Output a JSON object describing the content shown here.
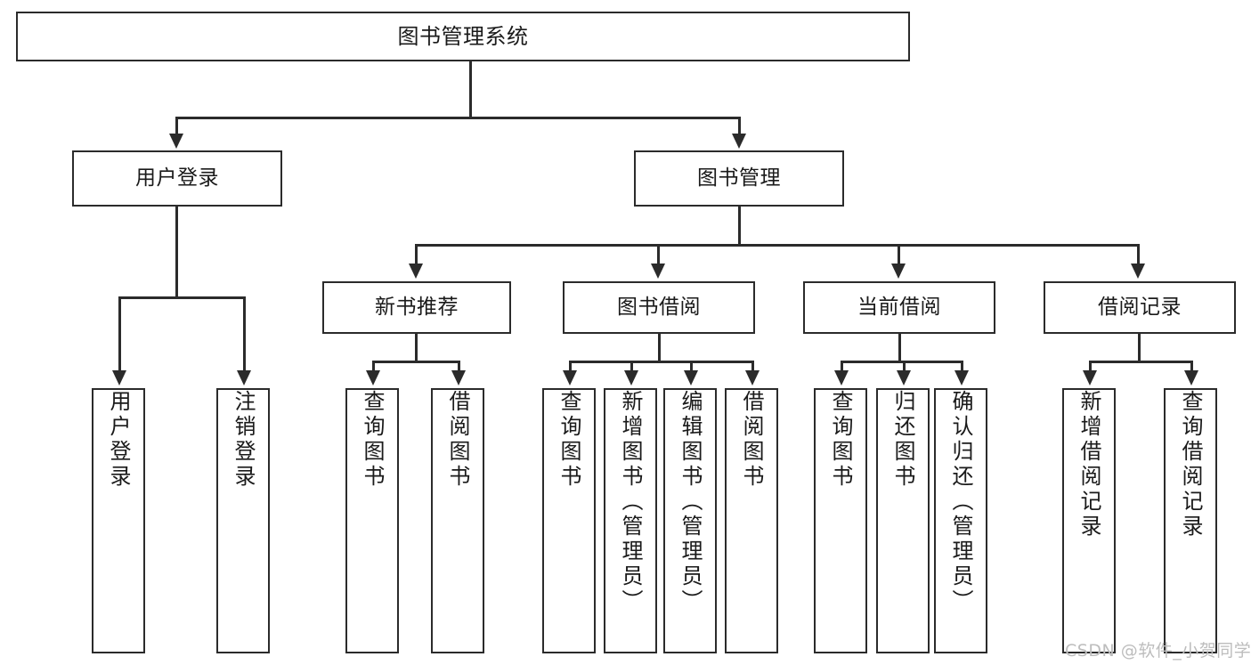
{
  "diagram": {
    "type": "tree-hierarchy",
    "title": "图书管理系统",
    "watermark": "CSDN @软件_小贺同学",
    "colors": {
      "stroke": "#2b2b2b",
      "fill": "#ffffff",
      "text": "#1a1a1a",
      "watermark": "#bdbdbd"
    },
    "levels": 4,
    "nodes": {
      "root": {
        "label": "图书管理系统"
      },
      "l2": [
        {
          "label": "用户登录"
        },
        {
          "label": "图书管理"
        }
      ],
      "l3": [
        {
          "label": "新书推荐"
        },
        {
          "label": "图书借阅"
        },
        {
          "label": "当前借阅"
        },
        {
          "label": "借阅记录"
        }
      ],
      "leaves": {
        "user_login": [
          {
            "label": "用户登录"
          },
          {
            "label": "注销登录"
          }
        ],
        "new_book": [
          {
            "label": "查询图书"
          },
          {
            "label": "借阅图书"
          }
        ],
        "borrow": [
          {
            "label": "查询图书"
          },
          {
            "label": "新增图书（管理员）"
          },
          {
            "label": "编辑图书（管理员）"
          },
          {
            "label": "借阅图书"
          }
        ],
        "current": [
          {
            "label": "查询图书"
          },
          {
            "label": "归还图书"
          },
          {
            "label": "确认归还（管理员）"
          }
        ],
        "records": [
          {
            "label": "新增借阅记录"
          },
          {
            "label": "查询借阅记录"
          }
        ]
      }
    }
  }
}
